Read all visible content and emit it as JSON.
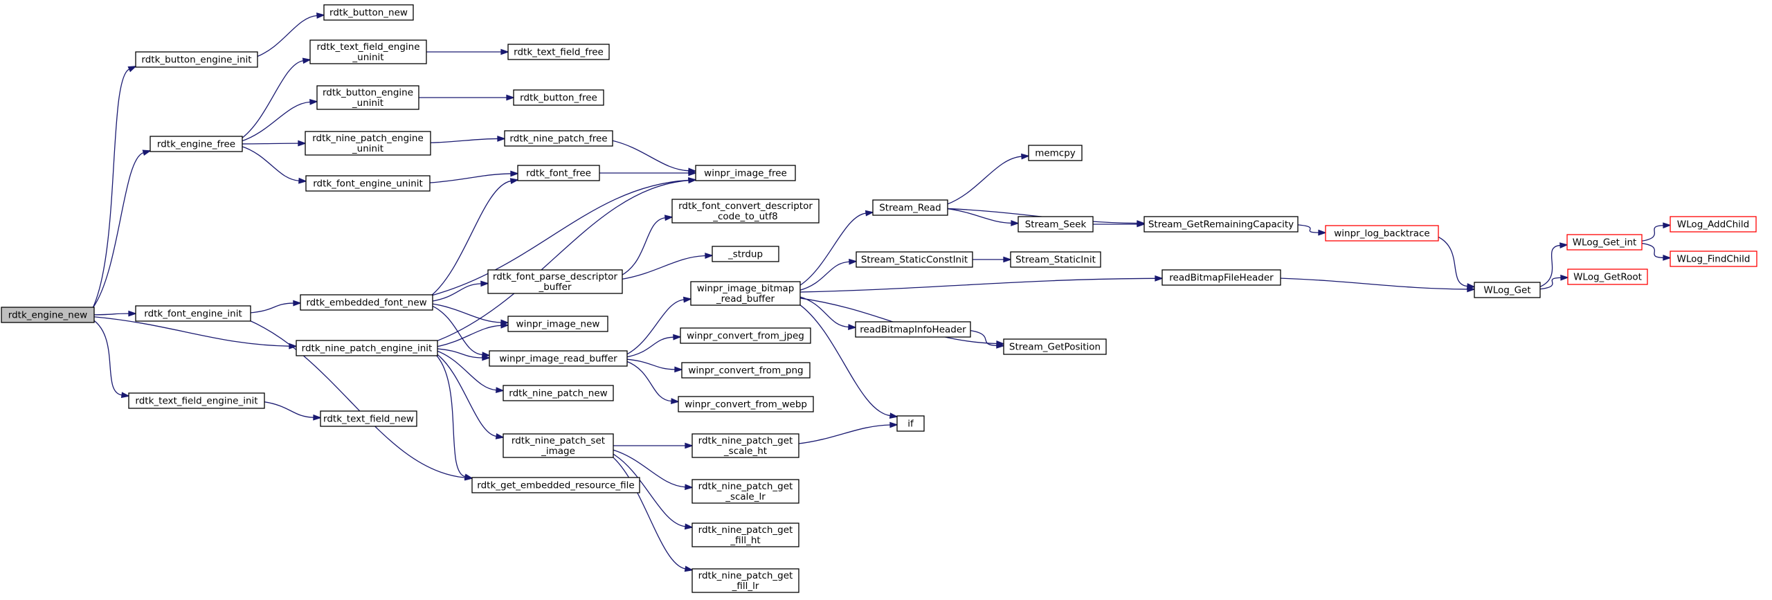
{
  "graph": {
    "colors": {
      "edge": "#191970",
      "root_fill": "#bfbfbf",
      "node_fill": "#ffffff",
      "node_stroke": "#000000",
      "truncated_stroke": "#ff0000"
    },
    "nodes": [
      {
        "id": "rdtk_engine_new",
        "lines": [
          "rdtk_engine_new"
        ],
        "style": "root"
      },
      {
        "id": "rdtk_button_engine_init",
        "lines": [
          "rdtk_button_engine_init"
        ]
      },
      {
        "id": "rdtk_engine_free",
        "lines": [
          "rdtk_engine_free"
        ]
      },
      {
        "id": "rdtk_font_engine_init",
        "lines": [
          "rdtk_font_engine_init"
        ]
      },
      {
        "id": "rdtk_nine_patch_engine_init",
        "lines": [
          "rdtk_nine_patch_engine_init"
        ]
      },
      {
        "id": "rdtk_text_field_engine_init",
        "lines": [
          "rdtk_text_field_engine_init"
        ]
      },
      {
        "id": "rdtk_button_new",
        "lines": [
          "rdtk_button_new"
        ]
      },
      {
        "id": "rdtk_text_field_engine_uninit",
        "lines": [
          "rdtk_text_field_engine",
          "_uninit"
        ]
      },
      {
        "id": "rdtk_button_engine_uninit",
        "lines": [
          "rdtk_button_engine",
          "_uninit"
        ]
      },
      {
        "id": "rdtk_nine_patch_engine_uninit",
        "lines": [
          "rdtk_nine_patch_engine",
          "_uninit"
        ]
      },
      {
        "id": "rdtk_font_engine_uninit",
        "lines": [
          "rdtk_font_engine_uninit"
        ]
      },
      {
        "id": "rdtk_embedded_font_new",
        "lines": [
          "rdtk_embedded_font_new"
        ]
      },
      {
        "id": "rdtk_text_field_new",
        "lines": [
          "rdtk_text_field_new"
        ]
      },
      {
        "id": "rdtk_text_field_free",
        "lines": [
          "rdtk_text_field_free"
        ]
      },
      {
        "id": "rdtk_button_free",
        "lines": [
          "rdtk_button_free"
        ]
      },
      {
        "id": "rdtk_nine_patch_free",
        "lines": [
          "rdtk_nine_patch_free"
        ]
      },
      {
        "id": "rdtk_font_free",
        "lines": [
          "rdtk_font_free"
        ]
      },
      {
        "id": "rdtk_font_parse_descriptor_buffer",
        "lines": [
          "rdtk_font_parse_descriptor",
          "_buffer"
        ]
      },
      {
        "id": "winpr_image_new",
        "lines": [
          "winpr_image_new"
        ]
      },
      {
        "id": "winpr_image_read_buffer",
        "lines": [
          "winpr_image_read_buffer"
        ]
      },
      {
        "id": "rdtk_nine_patch_new",
        "lines": [
          "rdtk_nine_patch_new"
        ]
      },
      {
        "id": "rdtk_nine_patch_set_image",
        "lines": [
          "rdtk_nine_patch_set",
          "_image"
        ]
      },
      {
        "id": "rdtk_get_embedded_resource_file",
        "lines": [
          "rdtk_get_embedded_resource_file"
        ]
      },
      {
        "id": "winpr_image_free",
        "lines": [
          "winpr_image_free"
        ]
      },
      {
        "id": "rdtk_font_convert_descriptor_code_to_utf8",
        "lines": [
          "rdtk_font_convert_descriptor",
          "_code_to_utf8"
        ]
      },
      {
        "id": "_strdup",
        "lines": [
          "_strdup"
        ]
      },
      {
        "id": "winpr_image_bitmap_read_buffer",
        "lines": [
          "winpr_image_bitmap",
          "_read_buffer"
        ]
      },
      {
        "id": "winpr_convert_from_jpeg",
        "lines": [
          "winpr_convert_from_jpeg"
        ]
      },
      {
        "id": "winpr_convert_from_png",
        "lines": [
          "winpr_convert_from_png"
        ]
      },
      {
        "id": "winpr_convert_from_webp",
        "lines": [
          "winpr_convert_from_webp"
        ]
      },
      {
        "id": "rdtk_nine_patch_get_scale_ht",
        "lines": [
          "rdtk_nine_patch_get",
          "_scale_ht"
        ]
      },
      {
        "id": "rdtk_nine_patch_get_scale_lr",
        "lines": [
          "rdtk_nine_patch_get",
          "_scale_lr"
        ]
      },
      {
        "id": "rdtk_nine_patch_get_fill_ht",
        "lines": [
          "rdtk_nine_patch_get",
          "_fill_ht"
        ]
      },
      {
        "id": "rdtk_nine_patch_get_fill_lr",
        "lines": [
          "rdtk_nine_patch_get",
          "_fill_lr"
        ]
      },
      {
        "id": "Stream_Read",
        "lines": [
          "Stream_Read"
        ]
      },
      {
        "id": "memcpy",
        "lines": [
          "memcpy"
        ]
      },
      {
        "id": "Stream_Seek",
        "lines": [
          "Stream_Seek"
        ]
      },
      {
        "id": "Stream_StaticConstInit",
        "lines": [
          "Stream_StaticConstInit"
        ]
      },
      {
        "id": "Stream_StaticInit",
        "lines": [
          "Stream_StaticInit"
        ]
      },
      {
        "id": "readBitmapInfoHeader",
        "lines": [
          "readBitmapInfoHeader"
        ]
      },
      {
        "id": "Stream_GetPosition",
        "lines": [
          "Stream_GetPosition"
        ]
      },
      {
        "id": "if",
        "lines": [
          "if"
        ]
      },
      {
        "id": "Stream_GetRemainingCapacity",
        "lines": [
          "Stream_GetRemainingCapacity"
        ]
      },
      {
        "id": "readBitmapFileHeader",
        "lines": [
          "readBitmapFileHeader"
        ]
      },
      {
        "id": "winpr_log_backtrace",
        "lines": [
          "winpr_log_backtrace"
        ],
        "style": "truncated"
      },
      {
        "id": "WLog_Get",
        "lines": [
          "WLog_Get"
        ]
      },
      {
        "id": "WLog_Get_int",
        "lines": [
          "WLog_Get_int"
        ],
        "style": "truncated"
      },
      {
        "id": "WLog_GetRoot",
        "lines": [
          "WLog_GetRoot"
        ],
        "style": "truncated"
      },
      {
        "id": "WLog_AddChild",
        "lines": [
          "WLog_AddChild"
        ],
        "style": "truncated"
      },
      {
        "id": "WLog_FindChild",
        "lines": [
          "WLog_FindChild"
        ],
        "style": "truncated"
      }
    ],
    "edges": [
      [
        "rdtk_engine_new",
        "rdtk_button_engine_init"
      ],
      [
        "rdtk_engine_new",
        "rdtk_engine_free"
      ],
      [
        "rdtk_engine_new",
        "rdtk_font_engine_init"
      ],
      [
        "rdtk_engine_new",
        "rdtk_nine_patch_engine_init"
      ],
      [
        "rdtk_engine_new",
        "rdtk_text_field_engine_init"
      ],
      [
        "rdtk_button_engine_init",
        "rdtk_button_new"
      ],
      [
        "rdtk_engine_free",
        "rdtk_text_field_engine_uninit"
      ],
      [
        "rdtk_engine_free",
        "rdtk_button_engine_uninit"
      ],
      [
        "rdtk_engine_free",
        "rdtk_nine_patch_engine_uninit"
      ],
      [
        "rdtk_engine_free",
        "rdtk_font_engine_uninit"
      ],
      [
        "rdtk_text_field_engine_uninit",
        "rdtk_text_field_free"
      ],
      [
        "rdtk_button_engine_uninit",
        "rdtk_button_free"
      ],
      [
        "rdtk_nine_patch_engine_uninit",
        "rdtk_nine_patch_free"
      ],
      [
        "rdtk_font_engine_uninit",
        "rdtk_font_free"
      ],
      [
        "rdtk_nine_patch_free",
        "winpr_image_free"
      ],
      [
        "rdtk_font_free",
        "winpr_image_free"
      ],
      [
        "rdtk_font_engine_init",
        "rdtk_embedded_font_new"
      ],
      [
        "rdtk_font_engine_init",
        "rdtk_get_embedded_resource_file"
      ],
      [
        "rdtk_embedded_font_new",
        "rdtk_font_free"
      ],
      [
        "rdtk_embedded_font_new",
        "winpr_image_free"
      ],
      [
        "rdtk_embedded_font_new",
        "rdtk_font_parse_descriptor_buffer"
      ],
      [
        "rdtk_embedded_font_new",
        "winpr_image_new"
      ],
      [
        "rdtk_embedded_font_new",
        "winpr_image_read_buffer"
      ],
      [
        "rdtk_font_parse_descriptor_buffer",
        "rdtk_font_convert_descriptor_code_to_utf8"
      ],
      [
        "rdtk_font_parse_descriptor_buffer",
        "_strdup"
      ],
      [
        "rdtk_nine_patch_engine_init",
        "winpr_image_free"
      ],
      [
        "rdtk_nine_patch_engine_init",
        "winpr_image_new"
      ],
      [
        "rdtk_nine_patch_engine_init",
        "winpr_image_read_buffer"
      ],
      [
        "rdtk_nine_patch_engine_init",
        "rdtk_nine_patch_new"
      ],
      [
        "rdtk_nine_patch_engine_init",
        "rdtk_nine_patch_set_image"
      ],
      [
        "rdtk_nine_patch_engine_init",
        "rdtk_get_embedded_resource_file"
      ],
      [
        "rdtk_text_field_engine_init",
        "rdtk_text_field_new"
      ],
      [
        "winpr_image_read_buffer",
        "winpr_image_bitmap_read_buffer"
      ],
      [
        "winpr_image_read_buffer",
        "winpr_convert_from_jpeg"
      ],
      [
        "winpr_image_read_buffer",
        "winpr_convert_from_png"
      ],
      [
        "winpr_image_read_buffer",
        "winpr_convert_from_webp"
      ],
      [
        "rdtk_nine_patch_set_image",
        "rdtk_nine_patch_get_scale_ht"
      ],
      [
        "rdtk_nine_patch_set_image",
        "rdtk_nine_patch_get_scale_lr"
      ],
      [
        "rdtk_nine_patch_set_image",
        "rdtk_nine_patch_get_fill_ht"
      ],
      [
        "rdtk_nine_patch_set_image",
        "rdtk_nine_patch_get_fill_lr"
      ],
      [
        "rdtk_nine_patch_get_scale_ht",
        "if"
      ],
      [
        "winpr_image_bitmap_read_buffer",
        "Stream_Read"
      ],
      [
        "winpr_image_bitmap_read_buffer",
        "Stream_StaticConstInit"
      ],
      [
        "winpr_image_bitmap_read_buffer",
        "readBitmapFileHeader"
      ],
      [
        "winpr_image_bitmap_read_buffer",
        "readBitmapInfoHeader"
      ],
      [
        "winpr_image_bitmap_read_buffer",
        "Stream_GetPosition"
      ],
      [
        "winpr_image_bitmap_read_buffer",
        "if"
      ],
      [
        "Stream_Read",
        "memcpy"
      ],
      [
        "Stream_Read",
        "Stream_Seek"
      ],
      [
        "Stream_Read",
        "Stream_GetRemainingCapacity"
      ],
      [
        "Stream_Seek",
        "Stream_GetRemainingCapacity"
      ],
      [
        "Stream_StaticConstInit",
        "Stream_StaticInit"
      ],
      [
        "readBitmapInfoHeader",
        "Stream_GetPosition"
      ],
      [
        "Stream_GetRemainingCapacity",
        "winpr_log_backtrace"
      ],
      [
        "winpr_log_backtrace",
        "WLog_Get"
      ],
      [
        "readBitmapFileHeader",
        "WLog_Get"
      ],
      [
        "WLog_Get",
        "WLog_Get_int"
      ],
      [
        "WLog_Get",
        "WLog_GetRoot"
      ],
      [
        "WLog_Get_int",
        "WLog_AddChild"
      ],
      [
        "WLog_Get_int",
        "WLog_FindChild"
      ]
    ]
  }
}
